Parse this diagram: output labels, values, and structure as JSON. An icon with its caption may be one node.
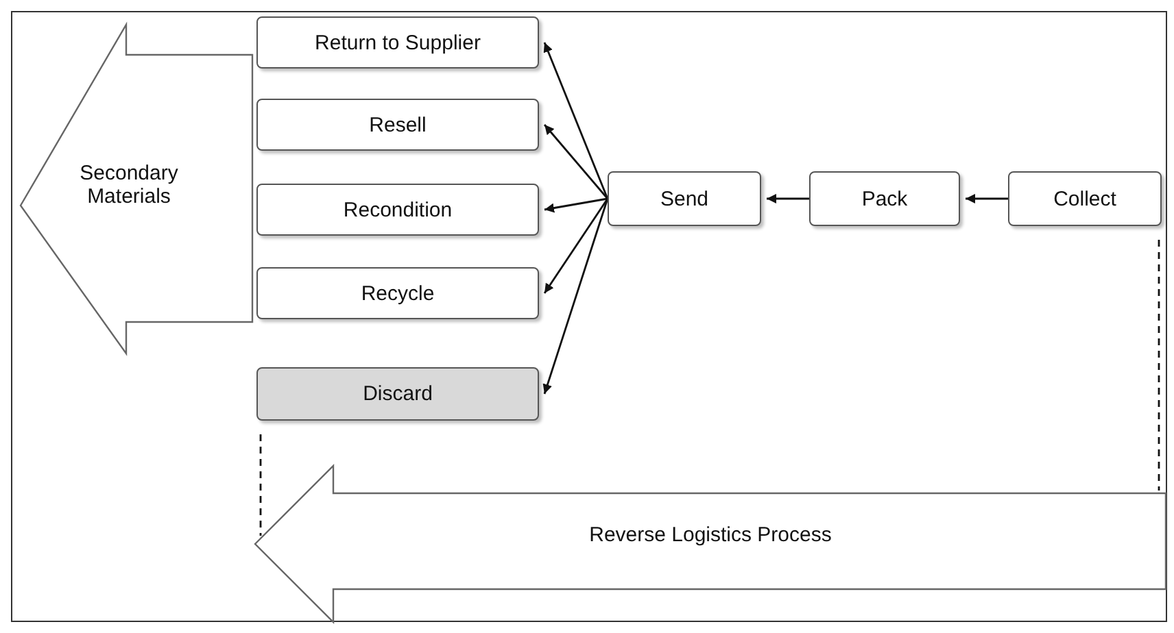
{
  "diagram": {
    "nodes": [
      {
        "text": [
          "Secondary Materials"
        ]
      },
      {
        "text": [
          "Return to Supplier"
        ]
      },
      {
        "text": [
          "Resell"
        ]
      },
      {
        "text": [
          "Recondition"
        ]
      },
      {
        "text": [
          "Recycle"
        ]
      },
      {
        "text": [
          "Discard"
        ]
      },
      {
        "text": [
          "Send"
        ]
      },
      {
        "text": [
          "Pack"
        ]
      },
      {
        "text": [
          "Collect"
        ]
      },
      {
        "text": [
          "Reverse Logistics Process"
        ]
      }
    ],
    "edges": [
      {
        "from": 8,
        "to": 7,
        "arrow": "to"
      },
      {
        "from": 7,
        "to": 6,
        "arrow": "to"
      },
      {
        "from": 6,
        "to": 1,
        "arrow": "to"
      },
      {
        "from": 6,
        "to": 2,
        "arrow": "to"
      },
      {
        "from": 6,
        "to": 3,
        "arrow": "to"
      },
      {
        "from": 6,
        "to": 4,
        "arrow": "to"
      },
      {
        "from": 6,
        "to": 5,
        "arrow": "to"
      },
      {
        "from": 5,
        "to": 9,
        "arrow": "none",
        "style": "dashed"
      },
      {
        "from": 8,
        "to": 9,
        "arrow": "none",
        "style": "dashed"
      }
    ]
  }
}
